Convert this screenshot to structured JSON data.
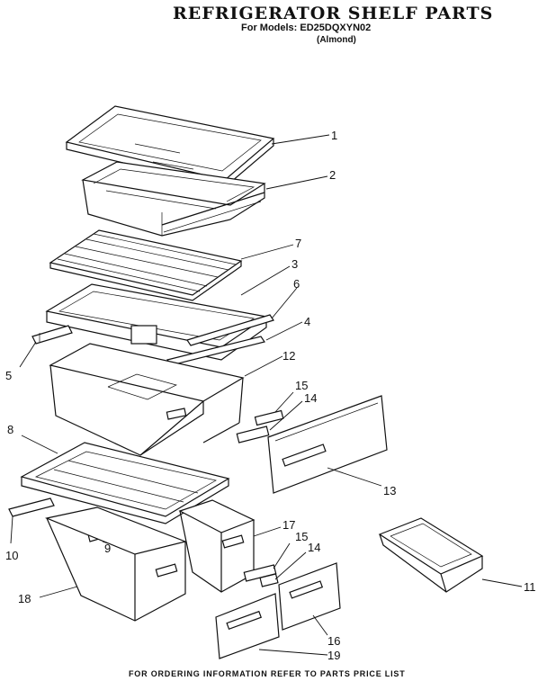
{
  "header": {
    "title": "REFRIGERATOR SHELF PARTS",
    "models": "For Models: ED25DQXYN02",
    "color": "(Almond)"
  },
  "callouts": [
    {
      "id": "c1",
      "label": "1"
    },
    {
      "id": "c2",
      "label": "2"
    },
    {
      "id": "c7",
      "label": "7"
    },
    {
      "id": "c3",
      "label": "3"
    },
    {
      "id": "c6",
      "label": "6"
    },
    {
      "id": "c4",
      "label": "4"
    },
    {
      "id": "c5",
      "label": "5"
    },
    {
      "id": "c12",
      "label": "12"
    },
    {
      "id": "c15a",
      "label": "15"
    },
    {
      "id": "c14a",
      "label": "14"
    },
    {
      "id": "c8",
      "label": "8"
    },
    {
      "id": "c13",
      "label": "13"
    },
    {
      "id": "c17",
      "label": "17"
    },
    {
      "id": "c10",
      "label": "10"
    },
    {
      "id": "c9",
      "label": "9"
    },
    {
      "id": "c15b",
      "label": "15"
    },
    {
      "id": "c14b",
      "label": "14"
    },
    {
      "id": "c11",
      "label": "11"
    },
    {
      "id": "c18",
      "label": "18"
    },
    {
      "id": "c16",
      "label": "16"
    },
    {
      "id": "c19",
      "label": "19"
    }
  ],
  "footer": "FOR ORDERING INFORMATION REFER TO PARTS PRICE LIST"
}
